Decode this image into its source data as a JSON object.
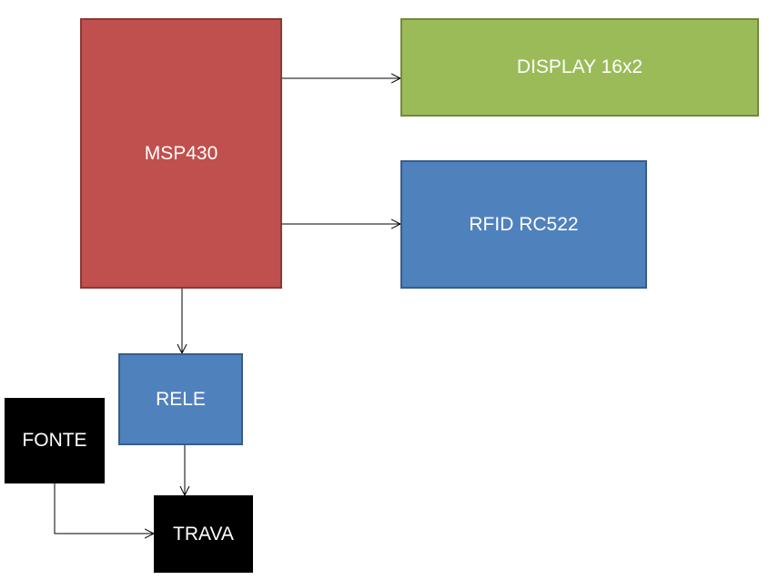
{
  "diagram": {
    "blocks": {
      "msp430": {
        "label": "MSP430",
        "color": "#c0504d"
      },
      "display": {
        "label": "DISPLAY 16x2",
        "color": "#9bbb59"
      },
      "rfid": {
        "label": "RFID RC522",
        "color": "#4f81bd"
      },
      "rele": {
        "label": "RELE",
        "color": "#4f81bd"
      },
      "fonte": {
        "label": "FONTE",
        "color": "#000000"
      },
      "trava": {
        "label": "TRAVA",
        "color": "#000000"
      }
    },
    "connections": [
      {
        "from": "MSP430",
        "to": "DISPLAY 16x2"
      },
      {
        "from": "MSP430",
        "to": "RFID RC522"
      },
      {
        "from": "MSP430",
        "to": "RELE"
      },
      {
        "from": "RELE",
        "to": "TRAVA"
      },
      {
        "from": "FONTE",
        "to": "TRAVA"
      }
    ]
  }
}
